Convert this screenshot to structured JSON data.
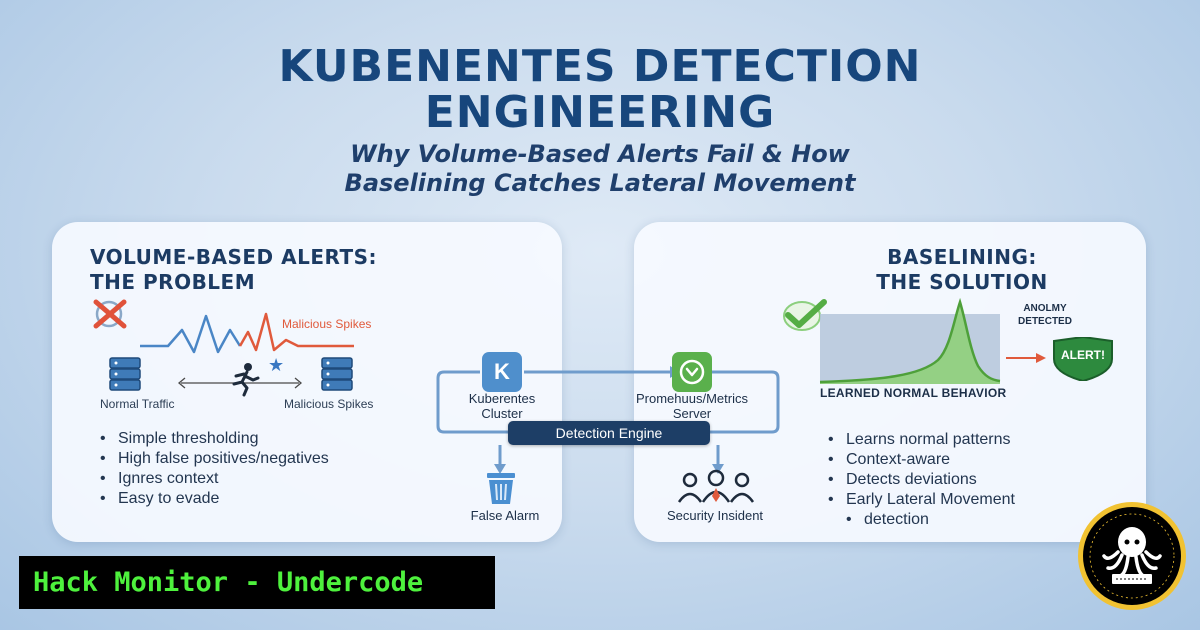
{
  "title_line1": "KUBENENTES DETECTION",
  "title_line2": "ENGINEERING",
  "subtitle_line1": "Why Volume-Based Alerts Fail & How",
  "subtitle_line2": "Baselining Catches Lateral Movement",
  "left_panel": {
    "heading_line1": "VOLUME-BASED ALERTS:",
    "heading_line2": "THE PROBLEM",
    "spike_label": "Malicious Spikes",
    "normal_traffic": "Normal Traffic",
    "malicious_spikes": "Malicious Spikes",
    "bullets": [
      "Simple thresholding",
      "High false positives/negatives",
      "Ignres context",
      "Easy to evade"
    ]
  },
  "center": {
    "cluster_label_line1": "Kuberentes",
    "cluster_label_line2": "Cluster",
    "metrics_label_line1": "Promehuus/Metrics",
    "metrics_label_line2": "Server",
    "engine": "Detection Engine",
    "false_alarm": "False Alarm",
    "security_incident": "Security Insident",
    "cluster_icon_letter": "K"
  },
  "right_panel": {
    "heading_line1": "BASELINING:",
    "heading_line2": "THE SOLUTION",
    "anomaly_line1": "ANOLMY",
    "anomaly_line2": "DETECTED",
    "alert_badge": "ALERT!",
    "chart_caption": "LEARNED NORMAL BEHAVIOR",
    "bullets": [
      "Learns normal patterns",
      "Context-aware",
      "Detects deviations",
      "Early Lateral Movement",
      "detection"
    ]
  },
  "brand": {
    "text": "Hack Monitor - Undercode"
  },
  "colors": {
    "title": "#17467c",
    "brand_green": "#4ef13d",
    "alert_red": "#e05a3c",
    "success_green": "#5ab04c",
    "engine_navy": "#1d3e66"
  },
  "icons": [
    "x-mark-icon",
    "database-icon",
    "running-person-icon",
    "star-icon",
    "kubernetes-icon",
    "prometheus-icon",
    "trash-icon",
    "people-icon",
    "checkmark-icon",
    "shield-icon",
    "octopus-logo"
  ]
}
